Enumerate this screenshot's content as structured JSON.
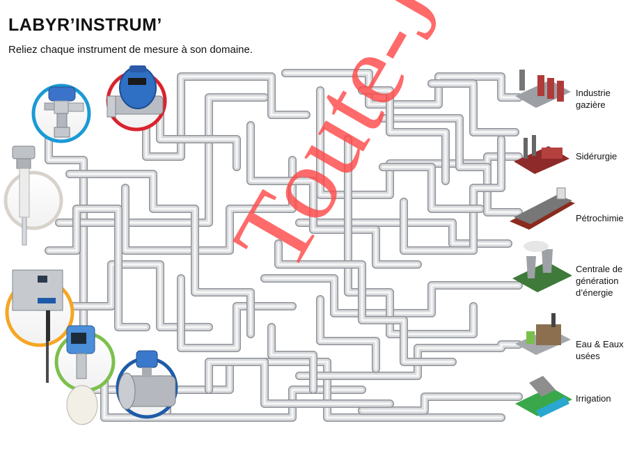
{
  "header": {
    "title": "LABYR’INSTRUM’",
    "subtitle": "Reliez chaque instrument de mesure à son domaine."
  },
  "instruments": [
    {
      "icon": "pressure-transmitter-icon",
      "ring": "#1a9ad6"
    },
    {
      "icon": "water-meter-icon",
      "ring": "#d9232e"
    },
    {
      "icon": "temperature-sensor-icon",
      "ring": "#d8d2cc"
    },
    {
      "icon": "analyzer-cabinet-icon",
      "ring": "#f5a623"
    },
    {
      "icon": "radar-level-meter-icon",
      "ring": "#7cc04b"
    },
    {
      "icon": "electromagnetic-flowmeter-icon",
      "ring": "#1f5ba8"
    }
  ],
  "domains": [
    {
      "label": "Industrie gazière",
      "icon": "gas-plant-icon"
    },
    {
      "label": "Sidérurgie",
      "icon": "steel-plant-icon"
    },
    {
      "label": "Pétrochimie",
      "icon": "tanker-ship-icon"
    },
    {
      "label": "Centrale de génération d’énergie",
      "icon": "power-plant-icon"
    },
    {
      "label": "Eau & Eaux usées",
      "icon": "water-treatment-icon"
    },
    {
      "label": "Irrigation",
      "icon": "irrigation-dam-icon"
    }
  ],
  "watermark": "Toute-Jeux"
}
